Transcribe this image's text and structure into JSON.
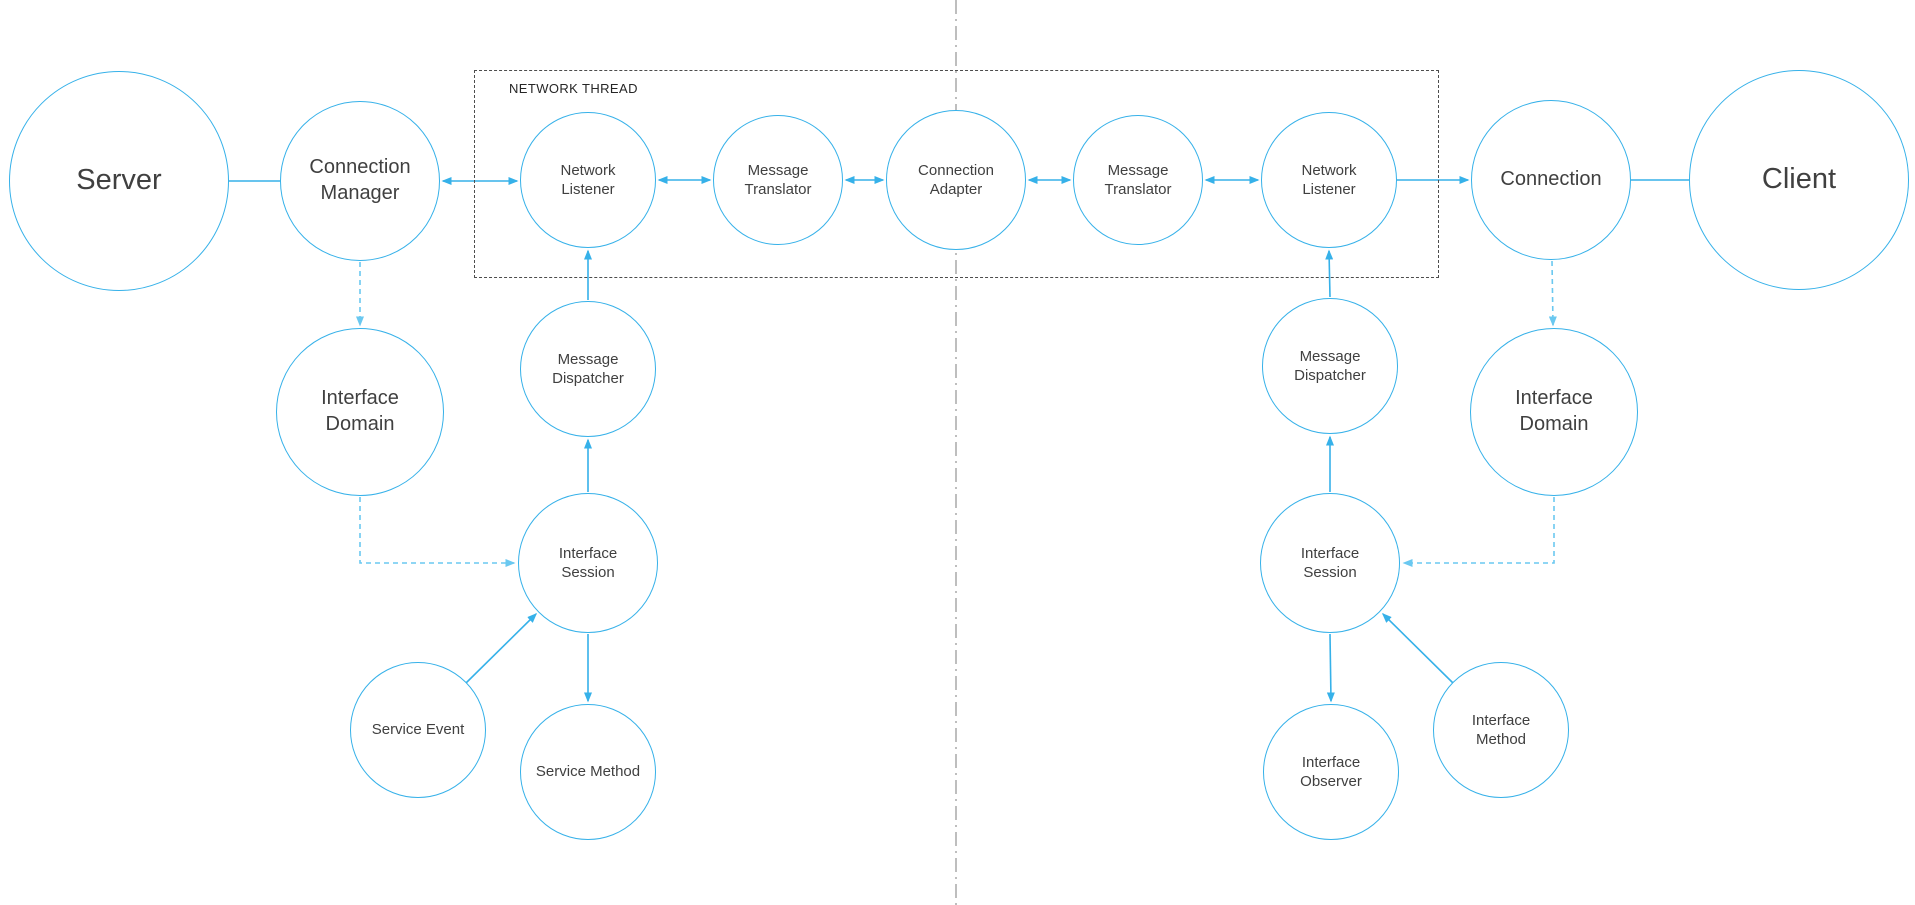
{
  "frame": {
    "label": "NETWORK THREAD"
  },
  "nodes": {
    "server": {
      "label": "Server"
    },
    "connection_manager": {
      "label": "Connection Manager"
    },
    "network_listener_left": {
      "label": "Network Listener"
    },
    "message_translator_left": {
      "label": "Message Translator"
    },
    "connection_adapter": {
      "label": "Connection Adapter"
    },
    "message_translator_right": {
      "label": "Message Translator"
    },
    "network_listener_right": {
      "label": "Network Listener"
    },
    "connection": {
      "label": "Connection"
    },
    "client": {
      "label": "Client"
    },
    "interface_domain_left": {
      "label": "Interface Domain"
    },
    "message_dispatcher_left": {
      "label": "Message Dispatcher"
    },
    "interface_session_left": {
      "label": "Interface Session"
    },
    "service_event": {
      "label": "Service Event"
    },
    "service_method": {
      "label": "Service Method"
    },
    "message_dispatcher_right": {
      "label": "Message Dispatcher"
    },
    "interface_session_right": {
      "label": "Interface Session"
    },
    "interface_domain_right": {
      "label": "Interface Domain"
    },
    "interface_observer": {
      "label": "Interface Observer"
    },
    "interface_method": {
      "label": "Interface Method"
    }
  },
  "colors": {
    "node_stroke": "#36b1e9",
    "solid_link": "#36b1e9",
    "dashed_link": "#6ac8f0",
    "label_text": "#404040",
    "frame_border": "#4d4d4d",
    "divider": "#a9a9a9"
  }
}
